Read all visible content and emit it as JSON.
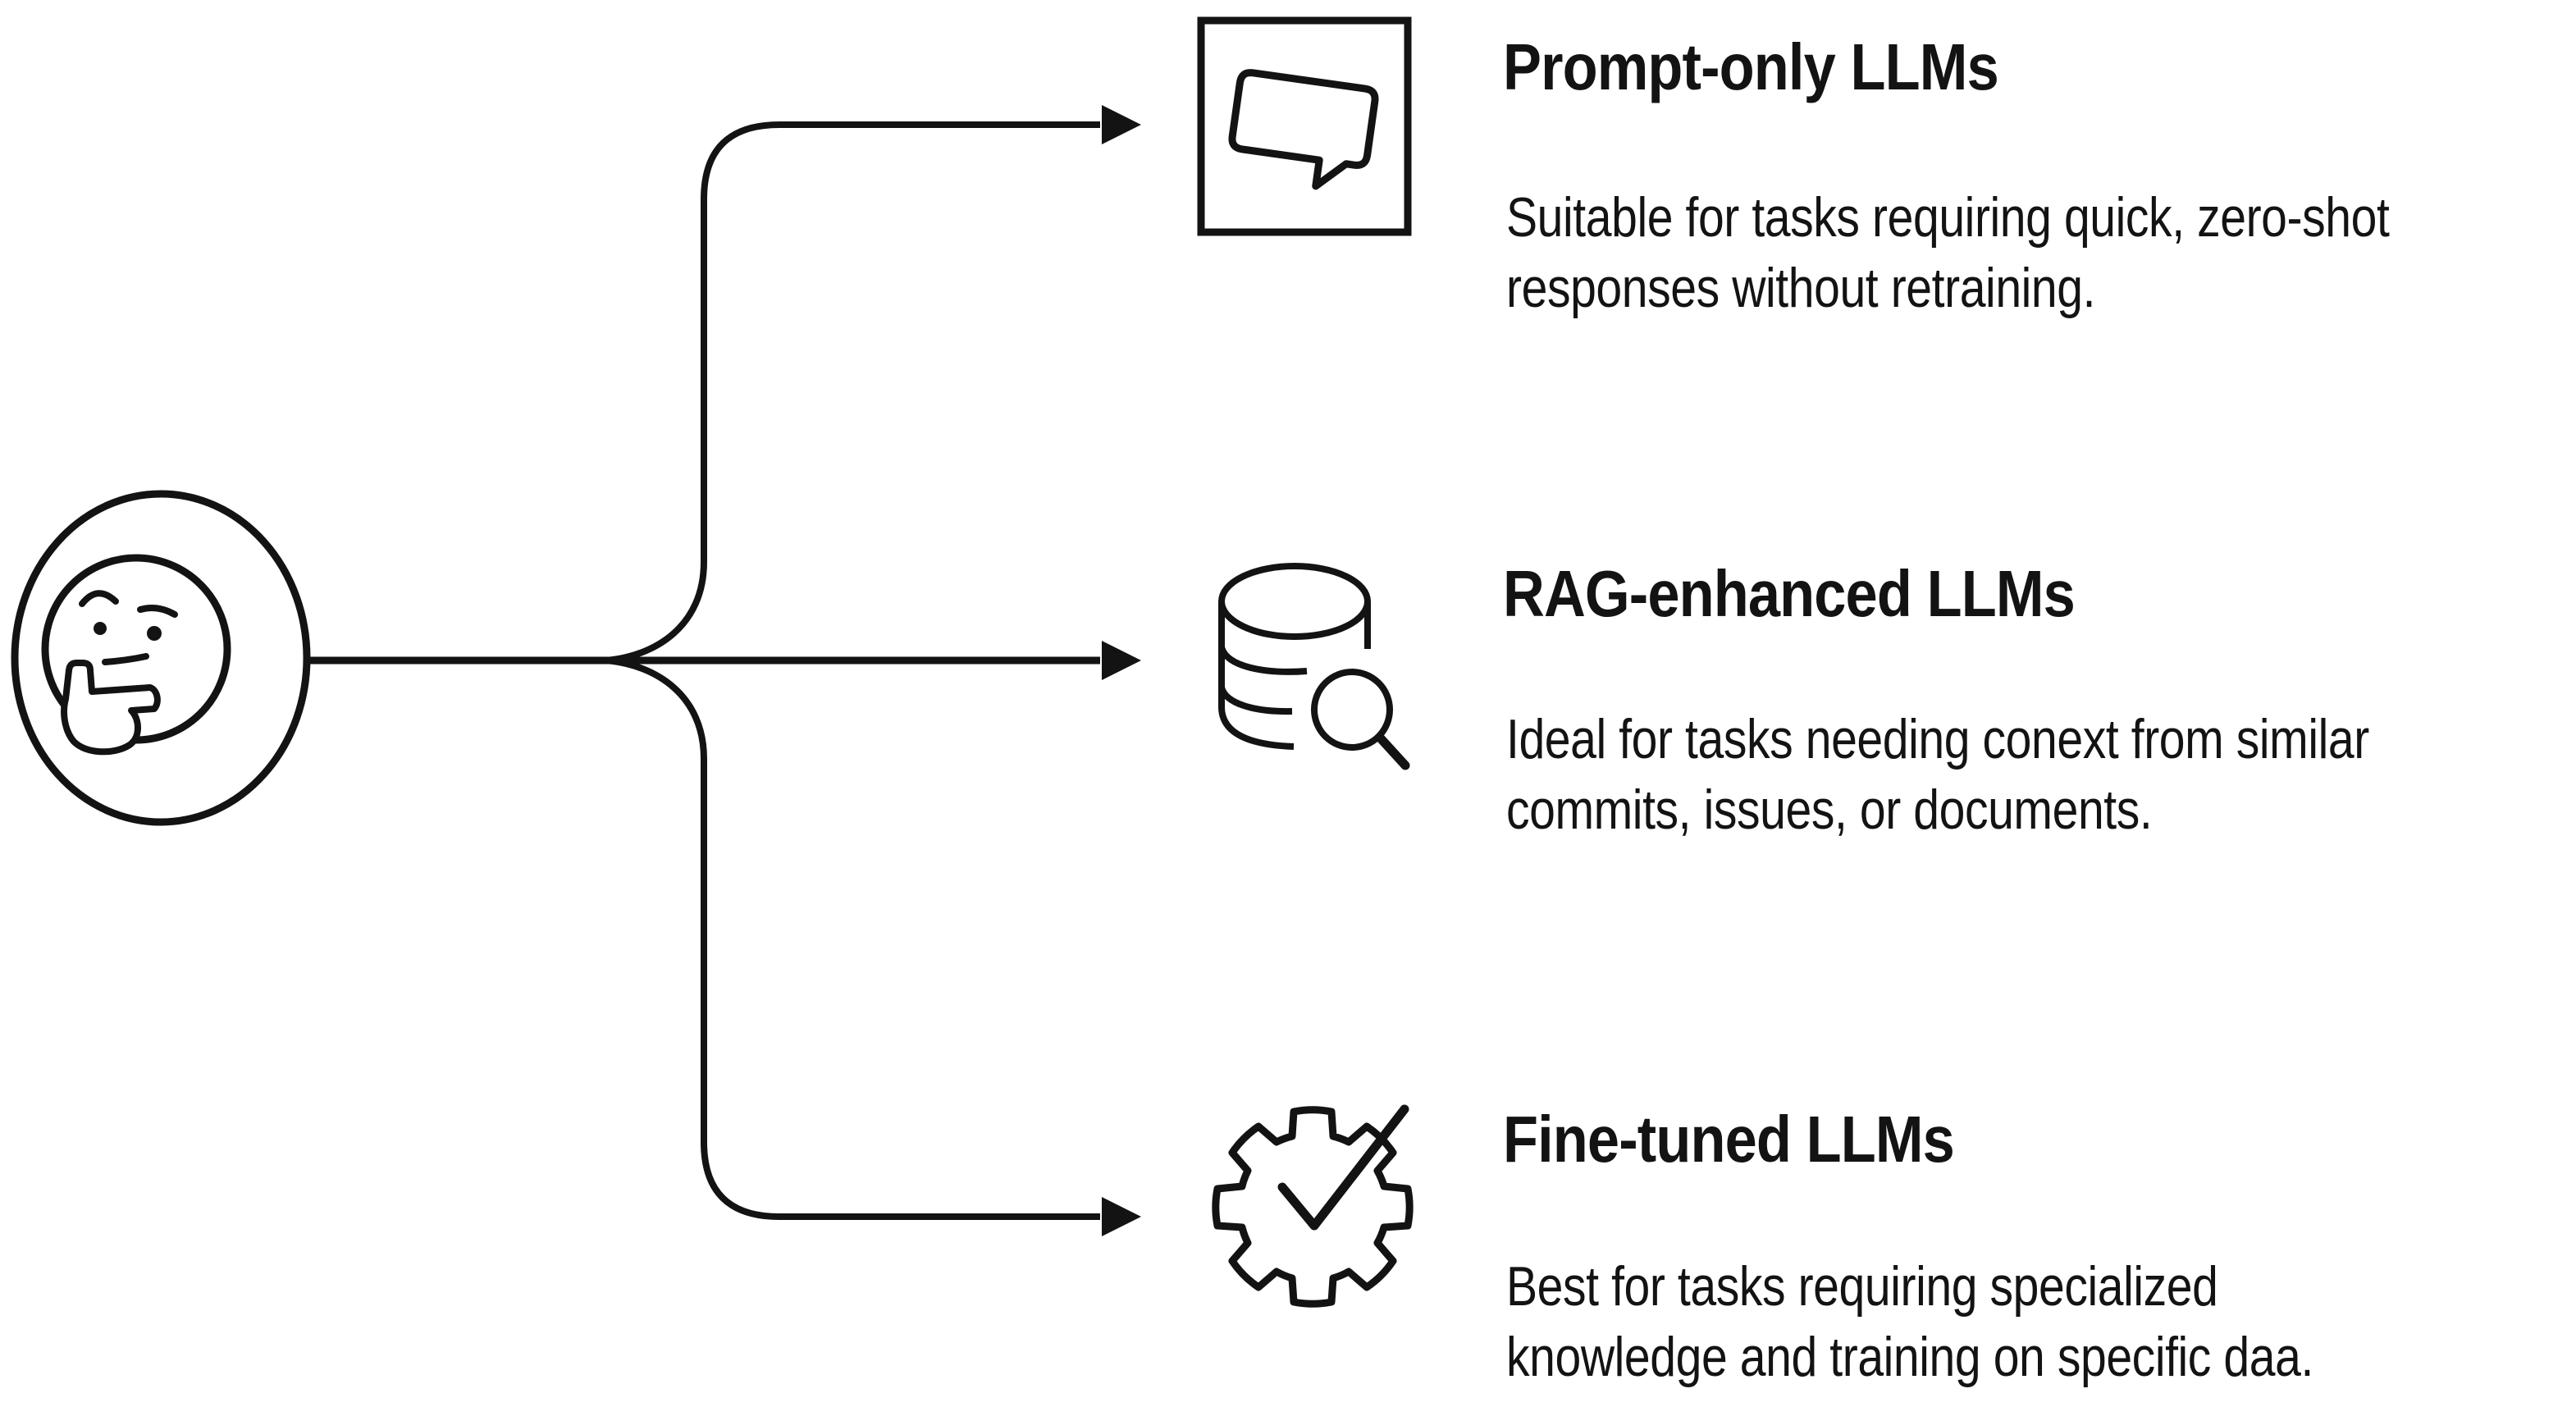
{
  "diagram": {
    "description": "Decision diagram: thinking-face emoji branching via three arrows to three LLM approach options",
    "colors": {
      "background": "#ffffff",
      "ink": "#131313"
    },
    "source_icon": "thinking-face-emoji"
  },
  "sections": [
    {
      "id": "prompt-only",
      "icon": "speech-bubble-icon",
      "title": "Prompt-only LLMs",
      "body_lines": [
        "Suitable for tasks requiring quick, zero-shot",
        "responses without retraining."
      ]
    },
    {
      "id": "rag-enhanced",
      "icon": "database-search-icon",
      "title": "RAG-enhanced LLMs",
      "body_lines": [
        "Ideal for tasks needing conext from similar",
        "commits, issues, or documents."
      ]
    },
    {
      "id": "fine-tuned",
      "icon": "gear-check-icon",
      "title": "Fine-tuned LLMs",
      "body_lines": [
        "Best for tasks requiring specialized",
        "knowledge and training on specific daa."
      ]
    }
  ]
}
